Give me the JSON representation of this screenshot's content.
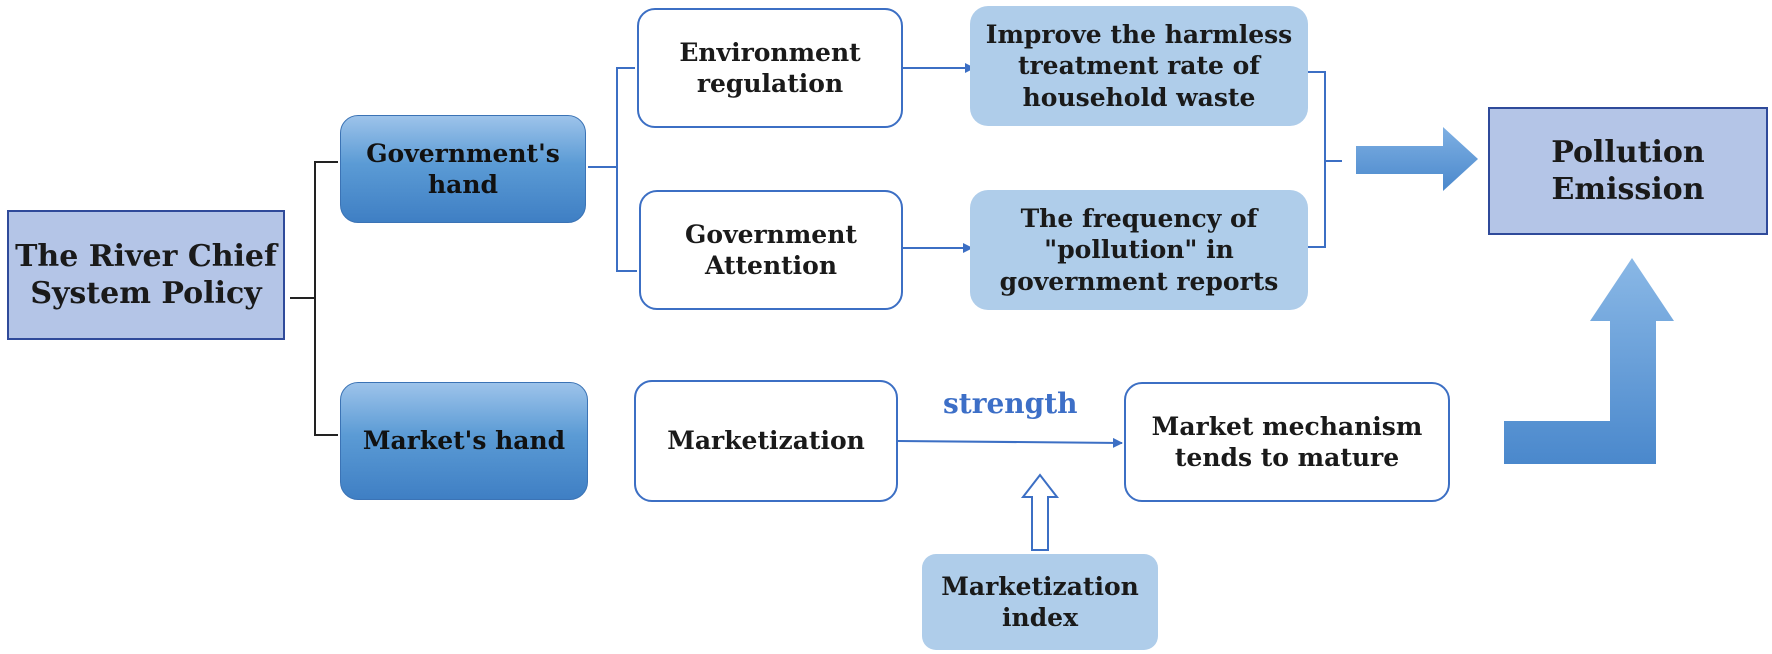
{
  "nodes": {
    "root": "The River Chief System Policy",
    "gov_hand": "Government's hand",
    "market_hand": "Market's hand",
    "env_regulation": "Environment regulation",
    "gov_attention": "Government Attention",
    "harmless_treatment": "Improve the harmless treatment rate of household waste",
    "pollution_frequency": "The frequency of \"pollution\" in government reports",
    "marketization": "Marketization",
    "market_mechanism": "Market mechanism tends to mature",
    "marketization_index": "Marketization index",
    "pollution_emission": "Pollution Emission"
  },
  "labels": {
    "strength": "strength"
  },
  "colors": {
    "root_fill": "#b4c5e7",
    "root_border": "#2f4a9a",
    "hand_fill": "#5b9bd5",
    "box_border": "#3c6fc4",
    "light_fill": "#afcdea",
    "arrow_fill": "#5b9bd5",
    "strength_text": "#3d6fc7",
    "connector": "#222222"
  }
}
